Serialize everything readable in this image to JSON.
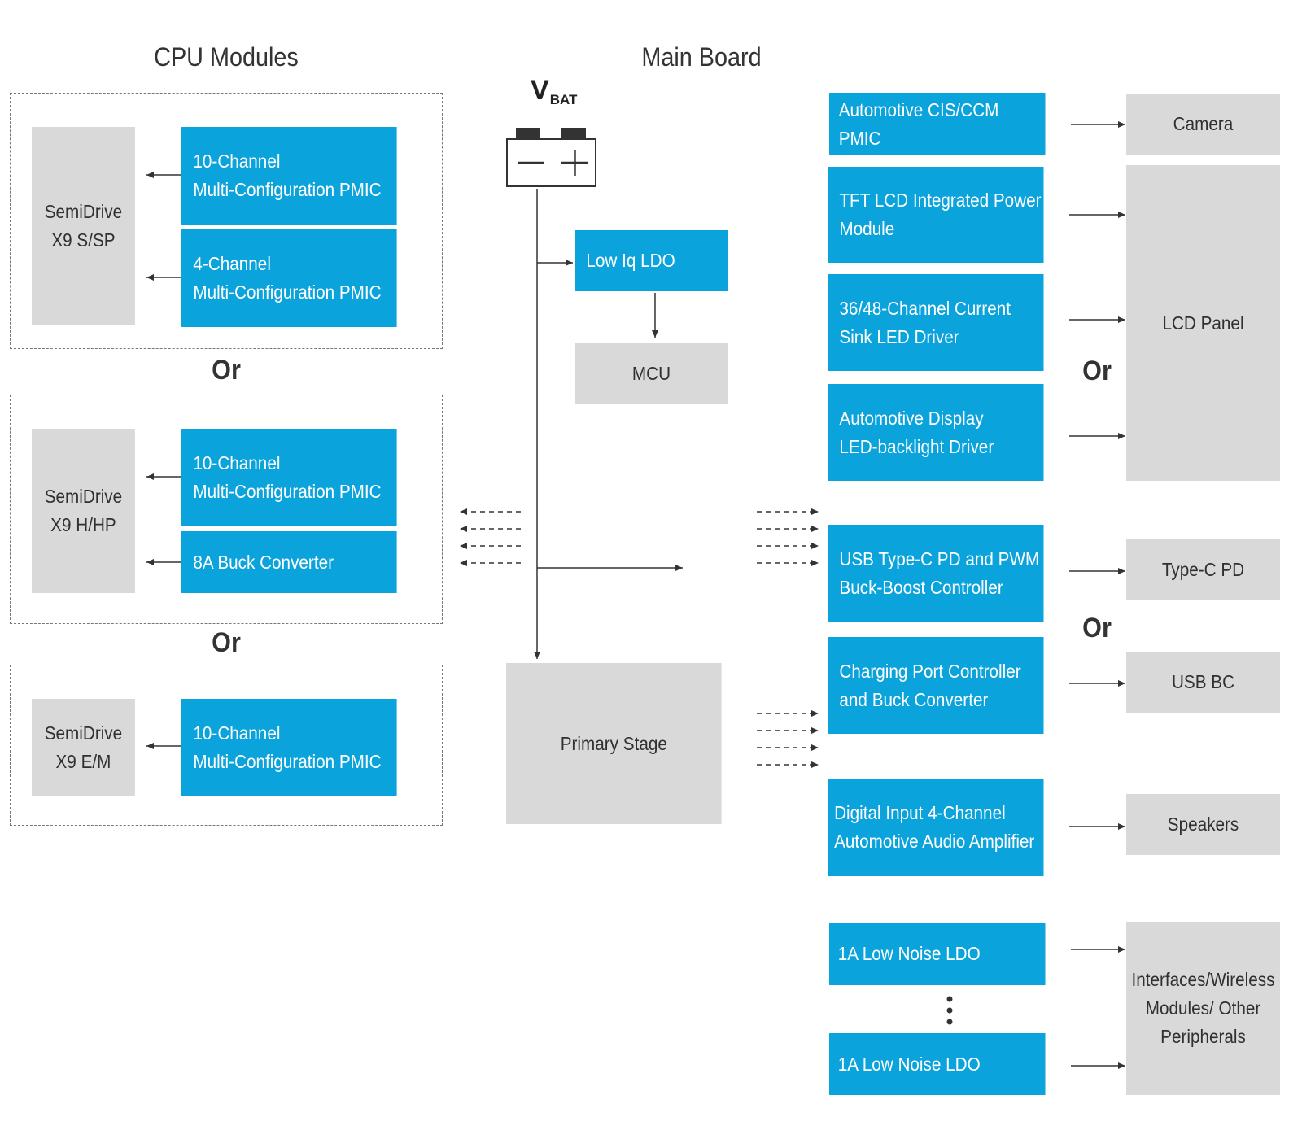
{
  "headings": {
    "cpu_modules": "CPU Modules",
    "main_board": "Main Board"
  },
  "vbat": {
    "main": "V",
    "sub": "BAT"
  },
  "or_label": "Or",
  "cpu_groups": [
    {
      "module": "SemiDrive\nX9 S/SP",
      "blocks": [
        "10-Channel\nMulti-Configuration PMIC",
        "4-Channel\nMulti-Configuration PMIC"
      ]
    },
    {
      "module": "SemiDrive\nX9 H/HP",
      "blocks": [
        "10-Channel\nMulti-Configuration PMIC",
        "8A Buck Converter"
      ]
    },
    {
      "module": "SemiDrive\nX9 E/M",
      "blocks": [
        "10-Channel\nMulti-Configuration PMIC"
      ]
    }
  ],
  "main_board": {
    "low_iq_ldo": "Low Iq LDO",
    "mcu": "MCU",
    "primary_stage": "Primary Stage"
  },
  "right_blocks": {
    "cis_pmic": "Automotive CIS/CCM PMIC",
    "tft_module": "TFT LCD Integrated Power\nModule",
    "led_driver": "36/48-Channel Current\nSink LED Driver",
    "backlight_driver": "Automotive Display\nLED-backlight Driver",
    "usb_pd": "USB Type-C PD and PWM\nBuck-Boost Controller",
    "charging_port": "Charging Port Controller\nand Buck Converter",
    "audio_amp": "Digital Input 4-Channel\nAutomotive Audio Amplifier",
    "ldo_1": "1A  Low Noise LDO",
    "ldo_2": "1A Low Noise LDO"
  },
  "outputs": {
    "camera": "Camera",
    "lcd_panel": "LCD Panel",
    "type_c_pd": "Type-C PD",
    "usb_bc": "USB BC",
    "speakers": "Speakers",
    "interfaces": "Interfaces/Wireless\nModules/ Other\nPeripherals"
  },
  "colors": {
    "block_blue": "#0aa3dc",
    "block_gray": "#d9d9d9",
    "line": "#333333"
  }
}
